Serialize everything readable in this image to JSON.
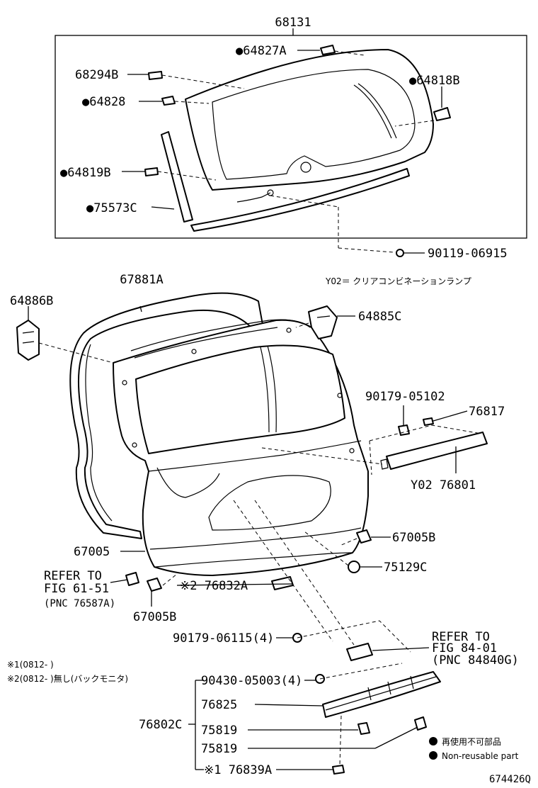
{
  "diagram_id": "674426Q",
  "callouts": {
    "glass": "68131",
    "c64827A": "●64827A",
    "c68294B": "68294B",
    "c64818B": "●64818B",
    "c64828": "●64828",
    "c64819B": "●64819B",
    "c75573C": "●75573C",
    "bolt_90119": "90119-06915",
    "seal_67881A": "67881A",
    "hinge_64886B": "64886B",
    "hinge_64885C": "64885C",
    "nut_90179a": "90179-05102",
    "c76817": "76817",
    "lamp_76801": "Y02 76801",
    "door_67005": "67005",
    "c67005B_r": "67005B",
    "c75129C": "75129C",
    "c76832A": "※2 76832A",
    "c67005B_l": "67005B",
    "nut_90179b": "90179-06115(4)",
    "screw_90430": "90430-05003(4)",
    "c76825": "76825",
    "group_76802C": "76802C",
    "c75819a": "75819",
    "c75819b": "75819",
    "c76839A": "※1 76839A"
  },
  "refs": {
    "left": [
      "REFER TO",
      "FIG 61-51",
      "(PNC 76587A)"
    ],
    "right": [
      "REFER TO",
      "FIG 84-01",
      "(PNC 84840G)"
    ]
  },
  "notes": {
    "y02": "Y02＝ クリアコンビネーションランプ",
    "n1": "※1(0812-    )",
    "n2": "※2(0812-    )無し(バックモニタ)"
  },
  "legend": {
    "jp": "再使用不可部品",
    "en": "Non-reusable part"
  }
}
